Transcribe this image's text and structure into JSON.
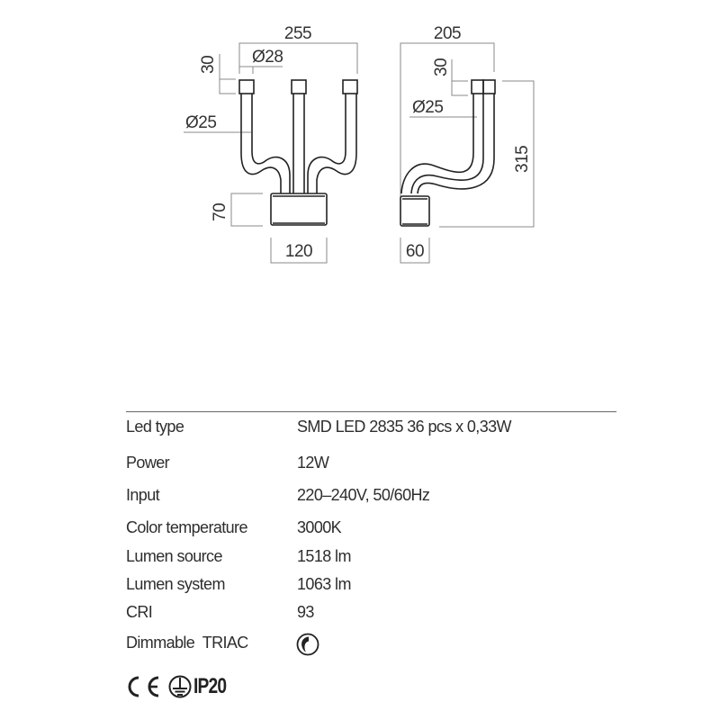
{
  "drawing": {
    "front_view": {
      "width_label": "255",
      "cap_height_label": "30",
      "cap_diameter_label": "Ø28",
      "tube_diameter_label": "Ø25",
      "base_height_label": "70",
      "base_width_label": "120"
    },
    "side_view": {
      "depth_label": "205",
      "cap_height_label": "30",
      "tube_diameter_label": "Ø25",
      "height_label": "315",
      "base_width_label": "60"
    }
  },
  "specs": {
    "rows": [
      {
        "label": "Led type",
        "value": "SMD LED 2835 36 pcs x 0,33W"
      },
      {
        "label": "Power",
        "value": "12W"
      },
      {
        "label": "Input",
        "value": "220–240V, 50/60Hz"
      },
      {
        "label": "Color temperature",
        "value": "3000K"
      },
      {
        "label": "Lumen source",
        "value": "1518 lm"
      },
      {
        "label": "Lumen system",
        "value": "1063 lm"
      },
      {
        "label": "CRI",
        "value": "93"
      },
      {
        "label": "Dimmable  TRIAC",
        "value": "",
        "icon": "dimmable-icon"
      }
    ]
  },
  "certifications": {
    "items": [
      "ce-mark-icon",
      "earth-ground-class-1-icon"
    ],
    "ip_rating": "IP20"
  }
}
